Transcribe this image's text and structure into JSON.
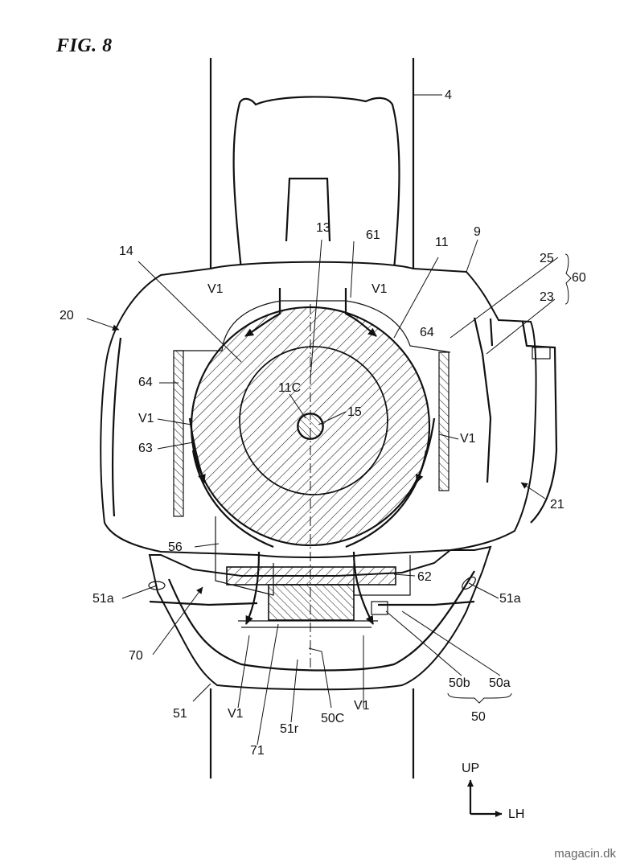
{
  "figure": {
    "title": "FIG. 8",
    "watermark": "magacin.dk",
    "direction": {
      "up": "UP",
      "left_hand": "LH"
    },
    "labels": {
      "l4": "4",
      "l9": "9",
      "l11": "11",
      "l11c": "11C",
      "l13": "13",
      "l14": "14",
      "l15": "15",
      "l20": "20",
      "l21": "21",
      "l23": "23",
      "l25": "25",
      "l50": "50",
      "l50a": "50a",
      "l50b": "50b",
      "l50c": "50C",
      "l51": "51",
      "l51a_left": "51a",
      "l51a_right": "51a",
      "l51r": "51r",
      "l56": "56",
      "l60": "60",
      "l61": "61",
      "l62": "62",
      "l63": "63",
      "l64_left": "64",
      "l64_right": "64",
      "l70": "70",
      "l71": "71",
      "v1_top_left": "V1",
      "v1_top_right": "V1",
      "v1_mid_left": "V1",
      "v1_mid_right": "V1",
      "v1_bottom_left": "V1",
      "v1_bottom_right": "V1"
    }
  }
}
